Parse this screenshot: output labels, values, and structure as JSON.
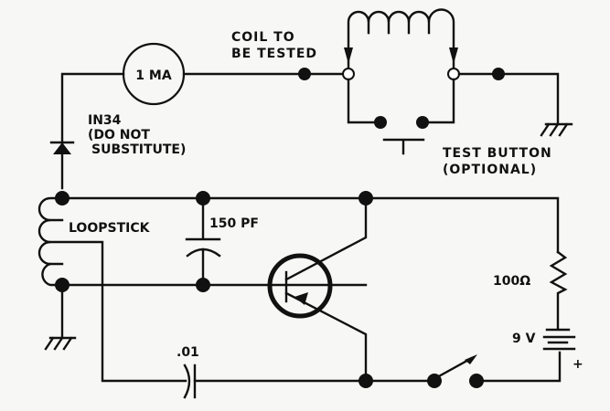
{
  "schematic": {
    "meter": {
      "label": "1 MA"
    },
    "coil_under_test": {
      "label_line1": "COIL TO",
      "label_line2": "BE TESTED"
    },
    "diode": {
      "label_line1": "IN34",
      "label_line2": "(DO NOT",
      "label_line3": "SUBSTITUTE)"
    },
    "test_button": {
      "label_line1": "TEST BUTTON",
      "label_line2": "(OPTIONAL)"
    },
    "loopstick": {
      "label": "LOOPSTICK"
    },
    "capacitor_tuning": {
      "label": "150 PF"
    },
    "capacitor_coupling": {
      "label": ".01"
    },
    "resistor": {
      "label": "100Ω"
    },
    "battery": {
      "label": "9 V",
      "polarity": "+"
    }
  }
}
